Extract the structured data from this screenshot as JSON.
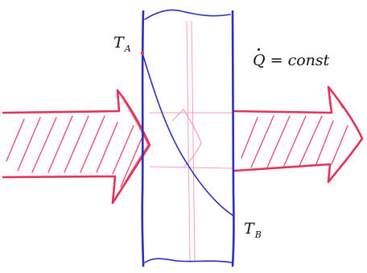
{
  "labels": {
    "ta_main": "T",
    "ta_sub": "A",
    "tb_main": "T",
    "tb_sub": "B",
    "q_symbol": "Q",
    "q_rest": "= const"
  },
  "colors": {
    "wall": "#2b2fb8",
    "arrow": "#e4325a",
    "hatch": "#e4325a",
    "profile": "#2b2fb8",
    "guide": "#f08aa0",
    "text": "#111111"
  }
}
